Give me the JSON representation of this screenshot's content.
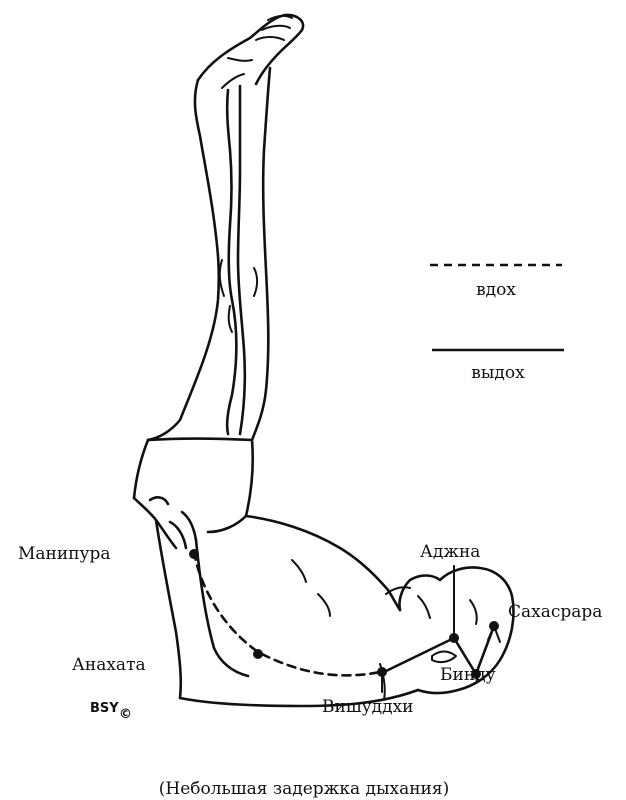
{
  "legend": {
    "inhale_label": "вдох",
    "exhale_label": "выдох"
  },
  "chakras": {
    "manipura": "Манипура",
    "anahata": "Анахата",
    "vishuddhi": "Вишуддхи",
    "bindu": "Бинду",
    "ajna": "Аджна",
    "sahasrara": "Сахасрара"
  },
  "signature": {
    "initials": "BSY",
    "mark": "©"
  },
  "caption": "(Небольшая задержка дыхания)"
}
